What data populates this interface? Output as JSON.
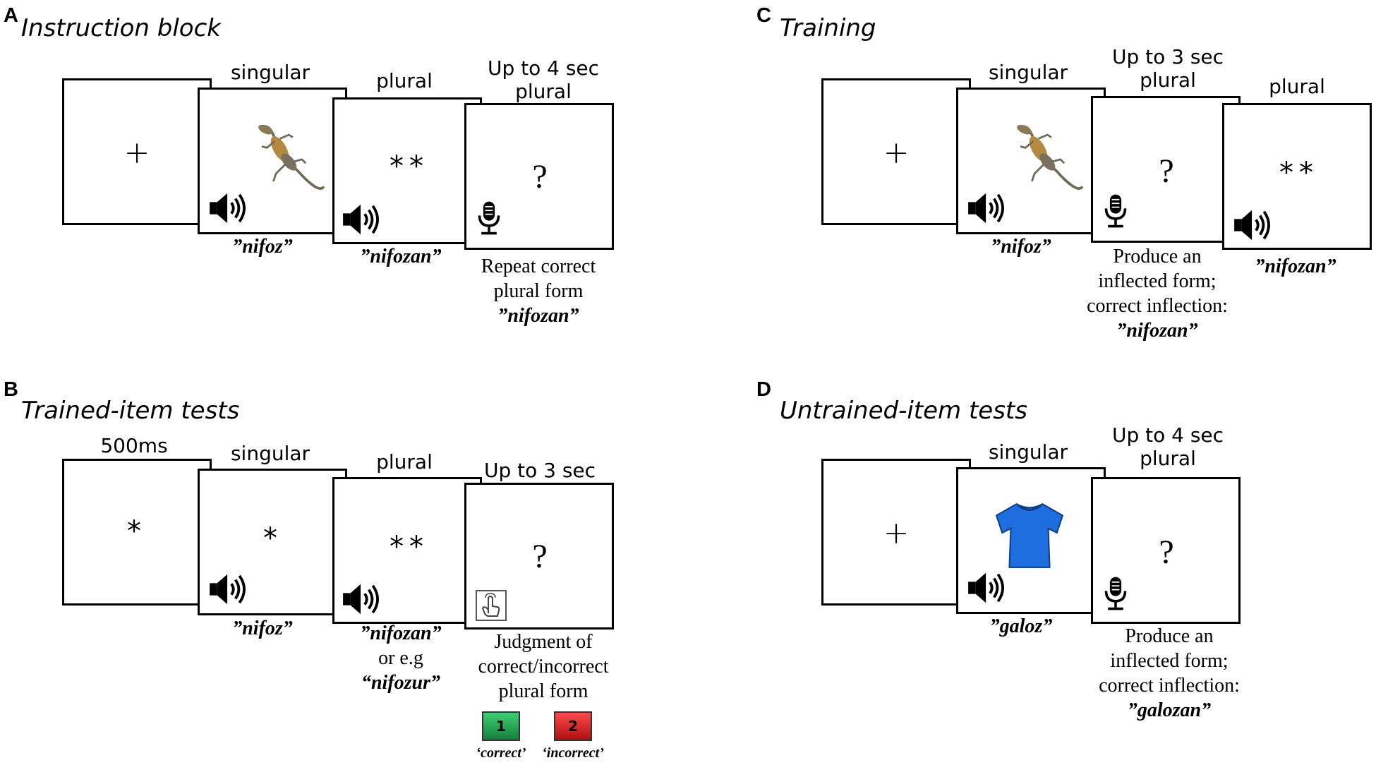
{
  "colors": {
    "correct_key": "#1e9b4a",
    "incorrect_key": "#d61f1f",
    "shirt": "#1e6ee0"
  },
  "icons": [
    "speaker-icon",
    "microphone-icon",
    "finger-press-icon",
    "lizard-image",
    "tshirt-image"
  ],
  "panelA": {
    "letter": "A",
    "title": "Instruction block",
    "fixation": "+",
    "stars": "**",
    "question": "?",
    "h_singular": "singular",
    "h_plural": "plural",
    "h_time_1": "Up to 4 sec",
    "h_time_2": "plural",
    "w_singular": "”nifoz”",
    "w_plural": "”nifozan”",
    "note_1": "Repeat correct",
    "note_2": "plural form",
    "note_word": "”nifozan”"
  },
  "panelB": {
    "letter": "B",
    "title": "Trained-item tests",
    "h_500": "500ms",
    "h_singular": "singular",
    "h_plural": "plural",
    "h_time": "Up to 3 sec",
    "star1": "*",
    "star2": "*",
    "stars": "**",
    "question": "?",
    "w_singular": "”nifoz”",
    "w_plural": "”nifozan”",
    "w_or": "or e.g",
    "w_alt": "“nifozur”",
    "note_1": "Judgment of",
    "note_2": "correct/incorrect",
    "note_3": "plural form",
    "key1": "1",
    "key2": "2",
    "key1_label": "‘correct’",
    "key2_label": "‘incorrect’"
  },
  "panelC": {
    "letter": "C",
    "title": "Training",
    "fixation": "+",
    "question": "?",
    "stars": "**",
    "h_singular": "singular",
    "h_time_1": "Up to 3 sec",
    "h_time_2": "plural",
    "h_plural": "plural",
    "w_singular": "”nifoz”",
    "w_plural": "”nifozan”",
    "note_1": "Produce an",
    "note_2": "inflected form;",
    "note_3": "correct inflection:",
    "note_word": "”nifozan”"
  },
  "panelD": {
    "letter": "D",
    "title": "Untrained-item tests",
    "fixation": "+",
    "question": "?",
    "h_singular": "singular",
    "h_time_1": "Up to 4 sec",
    "h_time_2": "plural",
    "w_singular": "”galoz”",
    "note_1": "Produce an",
    "note_2": "inflected form;",
    "note_3": "correct inflection:",
    "note_word": "”galozan”"
  }
}
